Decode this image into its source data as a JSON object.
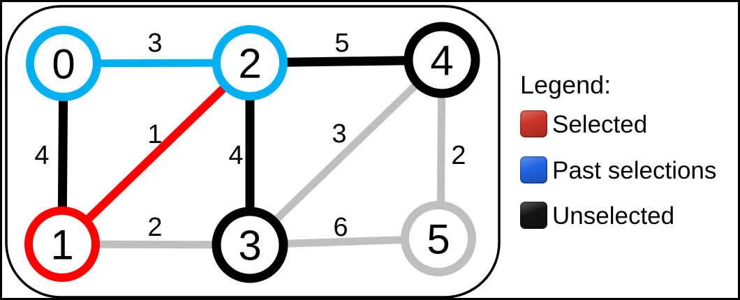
{
  "graph": {
    "nodes": [
      {
        "id": "0",
        "label": "0",
        "state": "past"
      },
      {
        "id": "1",
        "label": "1",
        "state": "selected"
      },
      {
        "id": "2",
        "label": "2",
        "state": "past"
      },
      {
        "id": "3",
        "label": "3",
        "state": "unselected"
      },
      {
        "id": "4",
        "label": "4",
        "state": "unselected"
      },
      {
        "id": "5",
        "label": "5",
        "state": "inactive"
      }
    ],
    "edges": [
      {
        "from": "0",
        "to": "2",
        "weight": "3",
        "state": "past"
      },
      {
        "from": "2",
        "to": "4",
        "weight": "5",
        "state": "unselected"
      },
      {
        "from": "0",
        "to": "1",
        "weight": "4",
        "state": "unselected"
      },
      {
        "from": "1",
        "to": "2",
        "weight": "1",
        "state": "selected"
      },
      {
        "from": "2",
        "to": "3",
        "weight": "4",
        "state": "unselected"
      },
      {
        "from": "3",
        "to": "4",
        "weight": "3",
        "state": "inactive"
      },
      {
        "from": "4",
        "to": "5",
        "weight": "2",
        "state": "inactive"
      },
      {
        "from": "1",
        "to": "3",
        "weight": "2",
        "state": "inactive"
      },
      {
        "from": "3",
        "to": "5",
        "weight": "6",
        "state": "inactive"
      }
    ]
  },
  "colors": {
    "selected": "#FF0000",
    "past": "#00B0F0",
    "unselected": "#000000",
    "inactive": "#BFBFBF"
  },
  "legend": {
    "title": "Legend:",
    "items": [
      {
        "label": "Selected",
        "color": "#cb3428"
      },
      {
        "label": "Past selections",
        "color": "#2064e4"
      },
      {
        "label": "Unselected",
        "color": "#131313"
      }
    ]
  }
}
